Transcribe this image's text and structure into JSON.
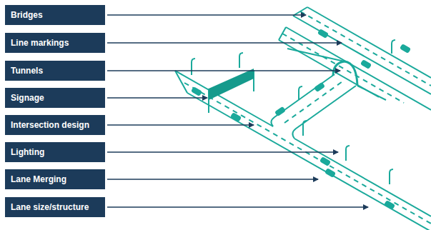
{
  "diagram": {
    "nodes": [
      {
        "text": [
          "Bridges"
        ]
      },
      {
        "text": [
          "Line markings"
        ]
      },
      {
        "text": [
          "Tunnels"
        ]
      },
      {
        "text": [
          "Signage"
        ]
      },
      {
        "text": [
          "Intersection design"
        ]
      },
      {
        "text": [
          "Lighting"
        ]
      },
      {
        "text": [
          "Lane Merging"
        ]
      },
      {
        "text": [
          "Lane size/structure"
        ]
      }
    ]
  }
}
